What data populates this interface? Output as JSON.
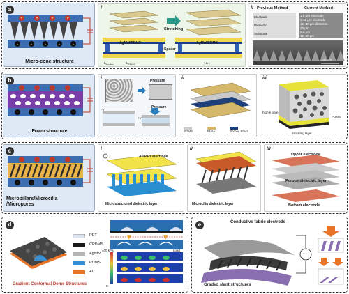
{
  "a": {
    "letter": "a",
    "caption": "Micro-cone structure",
    "i": {
      "index": "i",
      "stretching": "Stretching",
      "agnw_left": "AgNW/PDMS",
      "agnw_right": "AgNW/PDMS",
      "spacer": "Spacer",
      "l_ecoflex": "L",
      "l_ecoflex_sub": "Ecoflex",
      "l_pdms": "L",
      "l_pdms_sub": "PDMS",
      "delta_l": "+ Δ L"
    },
    "ii": {
      "index": "ii",
      "previous": "Previous Method",
      "current": "Current Method",
      "electrode": "Electrode",
      "dielectric": "Dielectric",
      "substrate": "Substrate",
      "scale": "100 μm",
      "layers": [
        "1.6 μm electrode",
        "5-15 μm electrode",
        "15~30 μm dielectric",
        "20 μm",
        "5-5 μm",
        "15~20 μm"
      ]
    }
  },
  "b": {
    "letter": "b",
    "caption": "Foam structure",
    "i": {
      "index": "i",
      "pressure_top": "Pressure",
      "pressure_bottom": "Pressure",
      "v_minus": "-V",
      "v_plus": "+V"
    },
    "ii": {
      "index": "ii",
      "legend": [
        "PDMS",
        "Pt-Au",
        "Porous PU-IL"
      ]
    },
    "iii": {
      "index": "iii",
      "high_k_pore": "high-k pore",
      "isolating_layer": "Isolating layer",
      "pdms": "PDMS"
    }
  },
  "c": {
    "letter": "c",
    "caption": "Micropillars/Microcilia /Micropores",
    "i": {
      "index": "i",
      "electrode": "Au/PET electrode",
      "layer": "Microstructured dielectric layer"
    },
    "ii": {
      "index": "ii",
      "layer": "Microcilia dielectric layer"
    },
    "iii": {
      "index": "iii",
      "upper": "Upper electrode",
      "porous": "Porous dielectric layer",
      "bottom": "Bottom electrode"
    }
  },
  "d": {
    "letter": "d",
    "caption": "Gradient Conformal Dome Structures",
    "legend": [
      {
        "name": "PET",
        "color": "#dbe3f3"
      },
      {
        "name": "CPDMS",
        "color": "#1a1a1a"
      },
      {
        "name": "AgNW",
        "color": "#b5b5b5"
      },
      {
        "name": "PDMS",
        "color": "#3b8fd0"
      },
      {
        "name": "Al",
        "color": "#e8742a"
      }
    ],
    "scale_top": "400 kPa",
    "scale_bottom": "0",
    "load": "Load"
  },
  "e": {
    "letter": "e",
    "electrode": "Conductive fabric electrode",
    "structures": "Graded slant structures",
    "source": "~"
  }
}
